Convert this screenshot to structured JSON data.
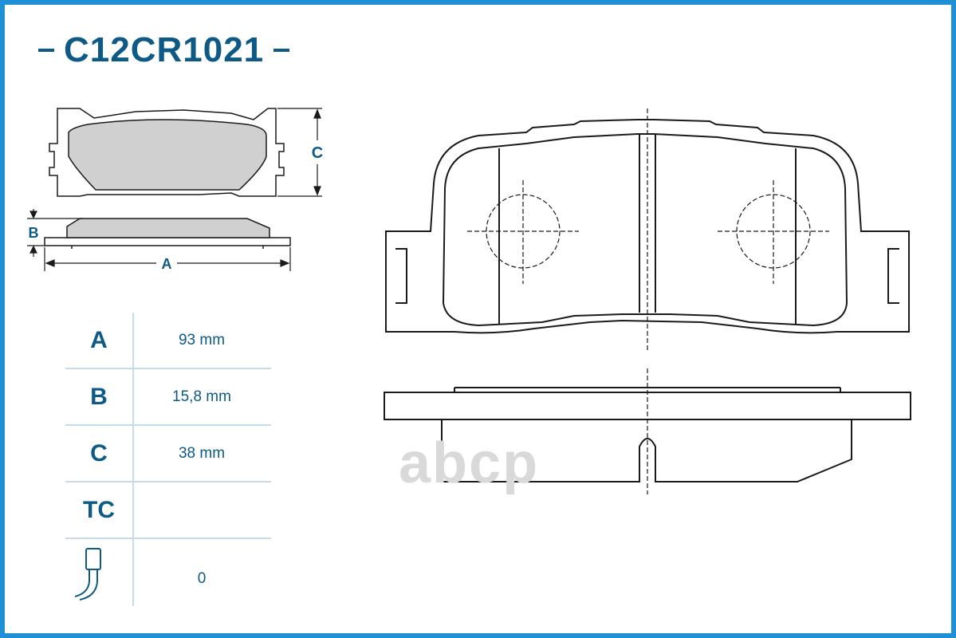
{
  "title": {
    "code": "C12CR1021"
  },
  "dimension_labels": {
    "a": "A",
    "b": "B",
    "c": "C"
  },
  "specs": [
    {
      "key": "A",
      "value": "93 mm"
    },
    {
      "key": "B",
      "value": "15,8 mm"
    },
    {
      "key": "C",
      "value": "38 mm"
    },
    {
      "key": "TC",
      "value": ""
    },
    {
      "key": "wear-sensor-icon",
      "value": "0"
    }
  ],
  "watermark": "abcp",
  "colors": {
    "frame": "#1f8fd6",
    "text": "#0d5a86",
    "pad_fill": "#d0d0d0",
    "line": "#1a1a1a"
  }
}
